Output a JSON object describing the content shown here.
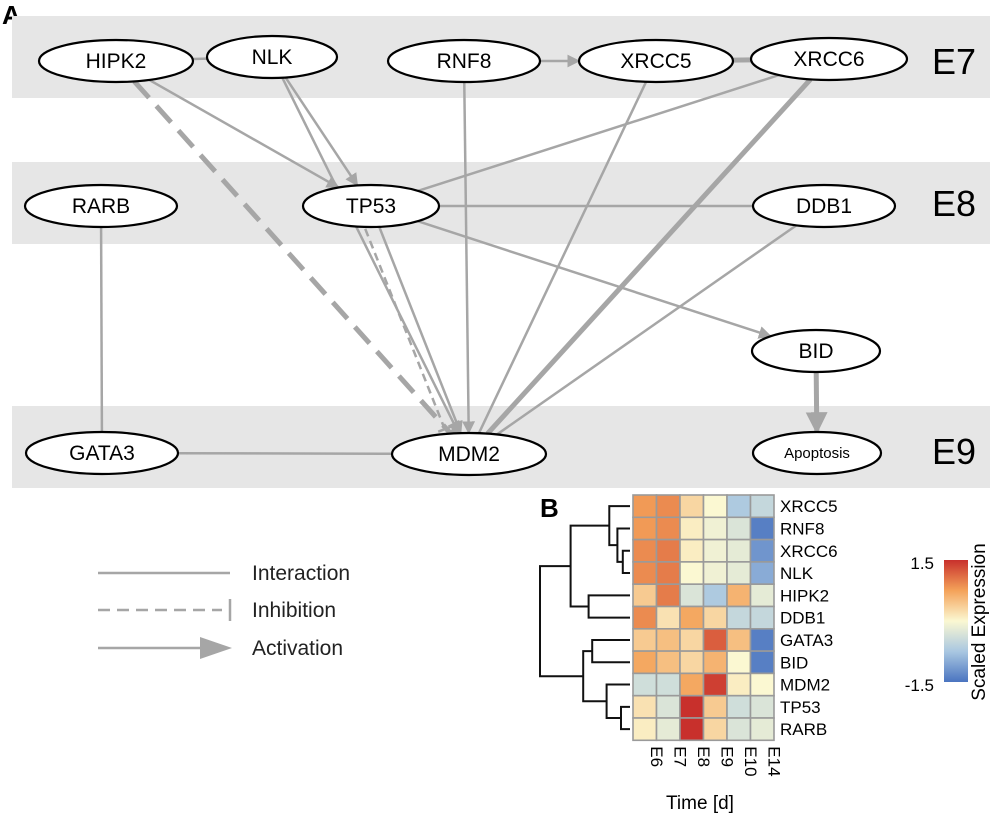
{
  "panels": {
    "a": "A",
    "b": "B"
  },
  "bands": [
    {
      "id": "E7",
      "label": "E7"
    },
    {
      "id": "E8",
      "label": "E8"
    },
    {
      "id": "E9",
      "label": "E9"
    }
  ],
  "nodes": [
    {
      "id": "HIPK2",
      "label": "HIPK2",
      "band": "E7"
    },
    {
      "id": "NLK",
      "label": "NLK",
      "band": "E7"
    },
    {
      "id": "RNF8",
      "label": "RNF8",
      "band": "E7"
    },
    {
      "id": "XRCC5",
      "label": "XRCC5",
      "band": "E7"
    },
    {
      "id": "XRCC6",
      "label": "XRCC6",
      "band": "E7"
    },
    {
      "id": "RARB",
      "label": "RARB",
      "band": "E8"
    },
    {
      "id": "TP53",
      "label": "TP53",
      "band": "E8"
    },
    {
      "id": "DDB1",
      "label": "DDB1",
      "band": "E8"
    },
    {
      "id": "BID",
      "label": "BID",
      "band": ""
    },
    {
      "id": "GATA3",
      "label": "GATA3",
      "band": "E9"
    },
    {
      "id": "MDM2",
      "label": "MDM2",
      "band": "E9"
    },
    {
      "id": "Apoptosis",
      "label": "Apoptosis",
      "band": "E9"
    }
  ],
  "edges": [
    {
      "from": "HIPK2",
      "to": "NLK",
      "type": "interaction"
    },
    {
      "from": "XRCC5",
      "to": "XRCC6",
      "type": "interaction",
      "weight": "strong"
    },
    {
      "from": "RNF8",
      "to": "XRCC5",
      "type": "activation"
    },
    {
      "from": "HIPK2",
      "to": "TP53",
      "type": "activation"
    },
    {
      "from": "NLK",
      "to": "TP53",
      "type": "activation"
    },
    {
      "from": "HIPK2",
      "to": "MDM2",
      "type": "inhibition",
      "weight": "strong"
    },
    {
      "from": "NLK",
      "to": "MDM2",
      "type": "activation"
    },
    {
      "from": "RNF8",
      "to": "MDM2",
      "type": "activation"
    },
    {
      "from": "XRCC5",
      "to": "MDM2",
      "type": "interaction"
    },
    {
      "from": "XRCC6",
      "to": "MDM2",
      "type": "interaction",
      "weight": "strong"
    },
    {
      "from": "XRCC6",
      "to": "TP53",
      "type": "interaction"
    },
    {
      "from": "TP53",
      "to": "DDB1",
      "type": "interaction"
    },
    {
      "from": "TP53",
      "to": "MDM2",
      "type": "activation"
    },
    {
      "from": "TP53",
      "to": "MDM2",
      "type": "inhibition"
    },
    {
      "from": "TP53",
      "to": "BID",
      "type": "activation"
    },
    {
      "from": "DDB1",
      "to": "MDM2",
      "type": "interaction"
    },
    {
      "from": "BID",
      "to": "Apoptosis",
      "type": "activation",
      "weight": "strong"
    },
    {
      "from": "RARB",
      "to": "GATA3",
      "type": "interaction"
    },
    {
      "from": "GATA3",
      "to": "MDM2",
      "type": "interaction"
    }
  ],
  "legend": [
    {
      "type": "interaction",
      "label": "Interaction"
    },
    {
      "type": "inhibition",
      "label": "Inhibition"
    },
    {
      "type": "activation",
      "label": "Activation"
    }
  ],
  "heatmap": {
    "columns": [
      "E6",
      "E7",
      "E8",
      "E9",
      "E10",
      "E14"
    ],
    "rows": [
      "XRCC5",
      "RNF8",
      "XRCC6",
      "NLK",
      "HIPK2",
      "DDB1",
      "GATA3",
      "BID",
      "MDM2",
      "TP53",
      "RARB"
    ],
    "values": [
      [
        0.8,
        0.9,
        0.3,
        0.0,
        -0.7,
        -0.5
      ],
      [
        0.8,
        0.9,
        0.1,
        -0.1,
        -0.3,
        -1.4
      ],
      [
        0.9,
        1.0,
        0.1,
        -0.1,
        -0.2,
        -1.2
      ],
      [
        0.9,
        1.0,
        0.0,
        -0.1,
        -0.2,
        -1.0
      ],
      [
        0.4,
        1.0,
        -0.3,
        -0.7,
        0.6,
        -0.2
      ],
      [
        0.9,
        0.2,
        0.7,
        0.3,
        -0.5,
        -0.5
      ],
      [
        0.4,
        0.5,
        0.3,
        1.2,
        0.5,
        -1.4
      ],
      [
        0.7,
        0.5,
        0.3,
        0.6,
        0.0,
        -1.4
      ],
      [
        -0.4,
        -0.4,
        0.7,
        1.4,
        0.1,
        0.0
      ],
      [
        0.2,
        -0.3,
        1.5,
        0.4,
        -0.4,
        -0.3
      ],
      [
        0.1,
        -0.2,
        1.5,
        0.3,
        -0.3,
        -0.2
      ]
    ],
    "scale_min": -1.5,
    "scale_max": 1.5,
    "colorbar_max_label": "1.5",
    "colorbar_min_label": "-1.5",
    "colorbar_title": "Scaled Expression",
    "x_title": "Time [d]",
    "dendrogram": {
      "leaf_order": [
        "XRCC5",
        "RNF8",
        "XRCC6",
        "NLK",
        "HIPK2",
        "DDB1",
        "GATA3",
        "BID",
        "MDM2",
        "TP53",
        "RARB"
      ],
      "merges": [
        [
          "XRCC6",
          "NLK",
          0.08
        ],
        [
          "RNF8",
          "m0",
          0.14
        ],
        [
          "XRCC5",
          "m1",
          0.23
        ],
        [
          "HIPK2",
          "DDB1",
          0.46
        ],
        [
          "m2",
          "m3",
          0.66
        ],
        [
          "TP53",
          "RARB",
          0.1
        ],
        [
          "MDM2",
          "m5",
          0.26
        ],
        [
          "GATA3",
          "BID",
          0.42
        ],
        [
          "m7",
          "m6",
          0.52
        ],
        [
          "m4",
          "m8",
          1.0
        ]
      ]
    }
  },
  "colors": {
    "band": "#e6e6e6",
    "edge": "#a6a6a6",
    "node_stroke": "#000000",
    "heatmap_low": "#4a74c0",
    "heatmap_mid": "#fbf8d2",
    "heatmap_high": "#c8302c"
  }
}
